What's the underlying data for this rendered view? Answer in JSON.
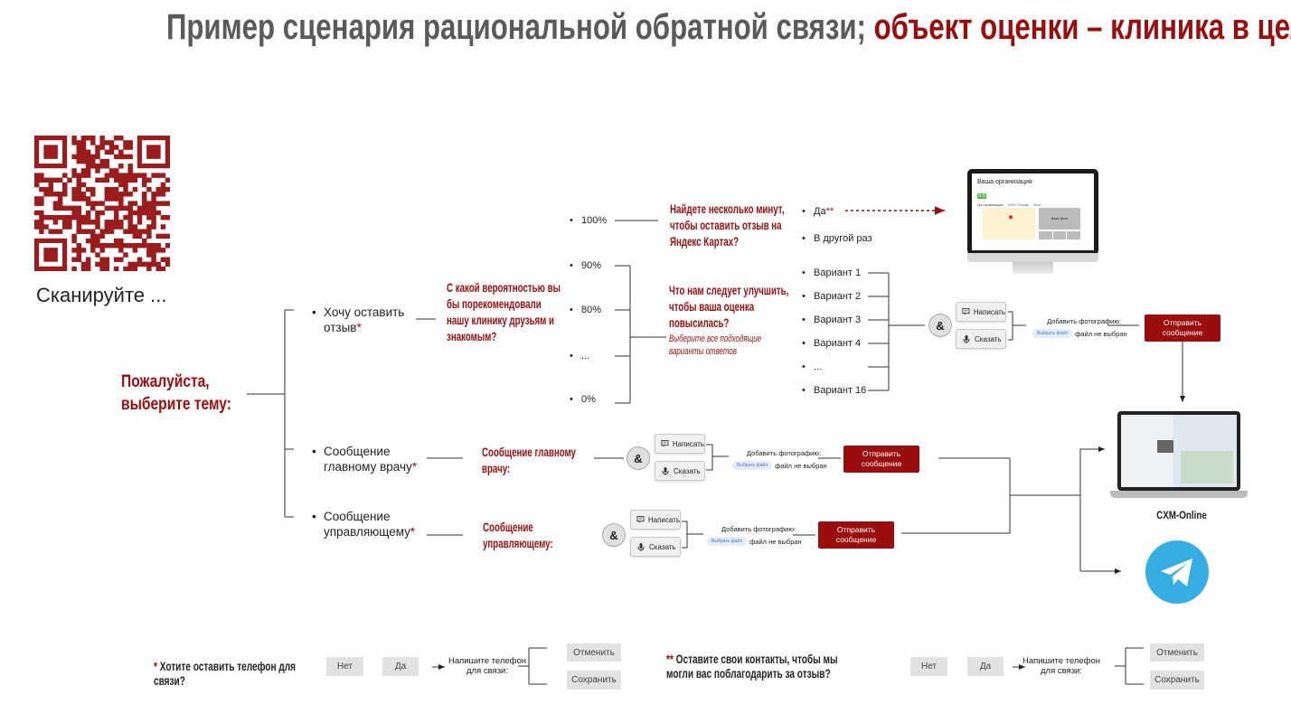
{
  "title": {
    "part1": "Пример сценария  рациональной обратной связи;",
    "part2": "объект оценки – клиника в целом"
  },
  "qr": {
    "label": "Сканируйте ..."
  },
  "prompt": {
    "line1": "Пожалуйста,",
    "line2": "выберите тему:"
  },
  "topics": [
    {
      "line1": "Хочу оставить",
      "line2": "отзыв",
      "star": "*"
    },
    {
      "line1": "Сообщение",
      "line2": "главному врачу",
      "star": "*"
    },
    {
      "line1": "Сообщение",
      "line2": "управляющему",
      "star": "*"
    }
  ],
  "recommend_question": "С какой вероятностью вы бы порекомендовали нашу клинику друзьям и знакомым?",
  "percent_options": [
    "100%",
    "90%",
    "80%",
    "...",
    "0%"
  ],
  "yandex_question": "Найдете несколько минут, чтобы оставить отзыв на Яндекс Картах?",
  "yandex_options": {
    "yes": "Да",
    "yes_stars": "**",
    "later": "В другой раз"
  },
  "improve_question": "Что нам следует улучшить, чтобы ваша оценка повысилась?",
  "improve_hint": "Выберите все подходящие варианты ответов",
  "variants": [
    "Вариант 1",
    "Вариант 2",
    "Вариант 3",
    "Вариант 4",
    "...",
    "Вариант 16"
  ],
  "message_block": {
    "amp": "&",
    "write": "Написать",
    "say": "Сказать",
    "add_photo": "Добавить фотографию:",
    "choose_file": "Выбрать файл",
    "no_file": "файл не выбран",
    "send": "Отправить сообщение"
  },
  "chief_doctor_label": "Сообщение главному врачу:",
  "manager_label": "Сообщение управляющему:",
  "monitor": {
    "org": "Ваша организация",
    "rating": "5.0",
    "tabs": [
      "Про организацию",
      "1500+ Отзывы",
      "Фото"
    ],
    "photo": "Ваше фото"
  },
  "laptop_label": "CXM-Online",
  "footer": [
    {
      "stars": "*",
      "question": "Хотите оставить телефон для связи?",
      "no": "Нет",
      "yes": "Да",
      "phone": "Напишите телефон для связи:",
      "cancel": "Отменить",
      "save": "Сохранить"
    },
    {
      "stars": "**",
      "question": "Оставите свои контакты, чтобы мы  могли вас поблагодарить за отзыв?",
      "no": "Нет",
      "yes": "Да",
      "phone": "Напишите телефон для связи:",
      "cancel": "Отменить",
      "save": "Сохранить"
    }
  ],
  "colors": {
    "accent": "#9b0d0d",
    "gray": "#5a5a5a",
    "telegram": "#37aee2"
  }
}
